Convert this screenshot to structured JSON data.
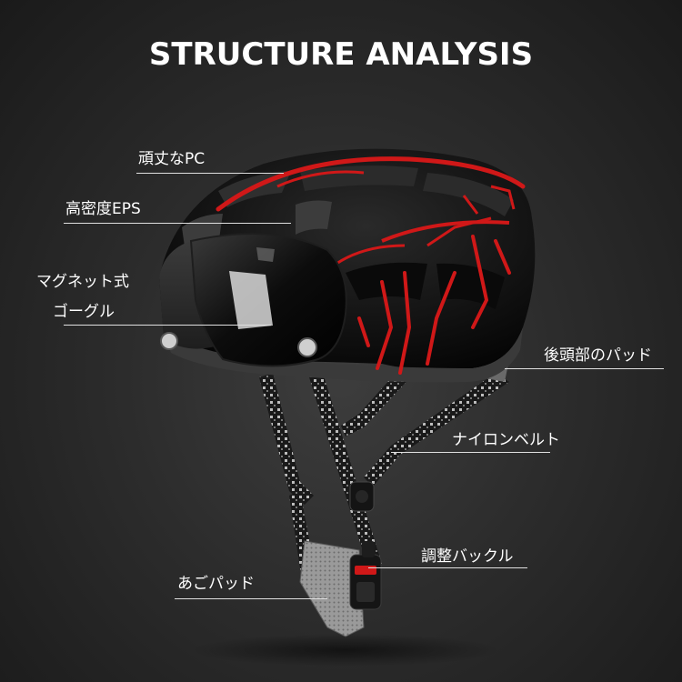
{
  "title": "STRUCTURE ANALYSIS",
  "callouts": {
    "shell": "頑丈なPC",
    "eps": "高密度EPS",
    "goggle_line1": "マグネット式",
    "goggle_line2": "ゴーグル",
    "rear_pad": "後頭部のパッド",
    "nylon_belt": "ナイロンベルト",
    "buckle": "調整バックル",
    "chin_pad": "あごパッド"
  },
  "colors": {
    "background": "#2c2c2c",
    "helmet_shell": "#111111",
    "accent_red": "#d01818",
    "strap_grey": "#8a8a8a",
    "text": "#ffffff"
  }
}
